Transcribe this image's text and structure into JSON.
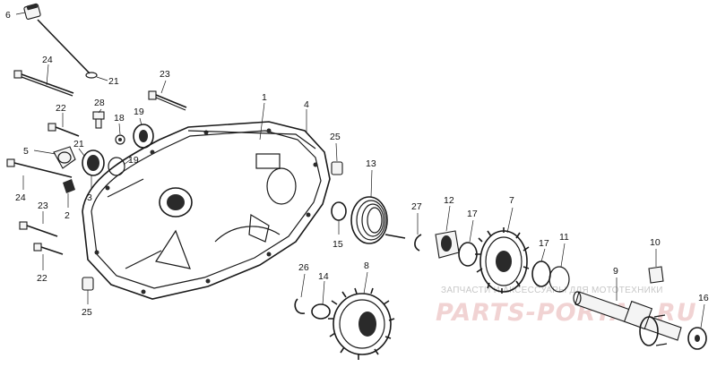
{
  "diagram": {
    "callouts": [
      {
        "id": "callout-6",
        "label": "6"
      },
      {
        "id": "callout-24-top",
        "label": "24"
      },
      {
        "id": "callout-21-top",
        "label": "21"
      },
      {
        "id": "callout-23-top",
        "label": "23"
      },
      {
        "id": "callout-1",
        "label": "1"
      },
      {
        "id": "callout-4",
        "label": "4"
      },
      {
        "id": "callout-28",
        "label": "28"
      },
      {
        "id": "callout-19-top",
        "label": "19"
      },
      {
        "id": "callout-22-top",
        "label": "22"
      },
      {
        "id": "callout-18",
        "label": "18"
      },
      {
        "id": "callout-5",
        "label": "5"
      },
      {
        "id": "callout-21-mid",
        "label": "21"
      },
      {
        "id": "callout-19-mid",
        "label": "19"
      },
      {
        "id": "callout-25-top",
        "label": "25"
      },
      {
        "id": "callout-13",
        "label": "13"
      },
      {
        "id": "callout-3",
        "label": "3"
      },
      {
        "id": "callout-24-left",
        "label": "24"
      },
      {
        "id": "callout-2",
        "label": "2"
      },
      {
        "id": "callout-23-left",
        "label": "23"
      },
      {
        "id": "callout-12",
        "label": "12"
      },
      {
        "id": "callout-7",
        "label": "7"
      },
      {
        "id": "callout-27",
        "label": "27"
      },
      {
        "id": "callout-17-left",
        "label": "17"
      },
      {
        "id": "callout-15",
        "label": "15"
      },
      {
        "id": "callout-17-right",
        "label": "17"
      },
      {
        "id": "callout-11",
        "label": "11"
      },
      {
        "id": "callout-10",
        "label": "10"
      },
      {
        "id": "callout-22-bottom",
        "label": "22"
      },
      {
        "id": "callout-26",
        "label": "26"
      },
      {
        "id": "callout-8",
        "label": "8"
      },
      {
        "id": "callout-14",
        "label": "14"
      },
      {
        "id": "callout-9",
        "label": "9"
      },
      {
        "id": "callout-25-bottom",
        "label": "25"
      },
      {
        "id": "callout-16",
        "label": "16"
      }
    ]
  },
  "watermark": {
    "caption": "ЗАПЧАСТИ И АКСЕССУАРЫ ДЛЯ МОТОТЕХНИКИ",
    "logo_text": "PARTS-PORTAL.RU"
  },
  "colors": {
    "line": "#1a1a1a",
    "watermark_caption": "#c7c7c7",
    "watermark_logo": "#f1d3d3"
  }
}
